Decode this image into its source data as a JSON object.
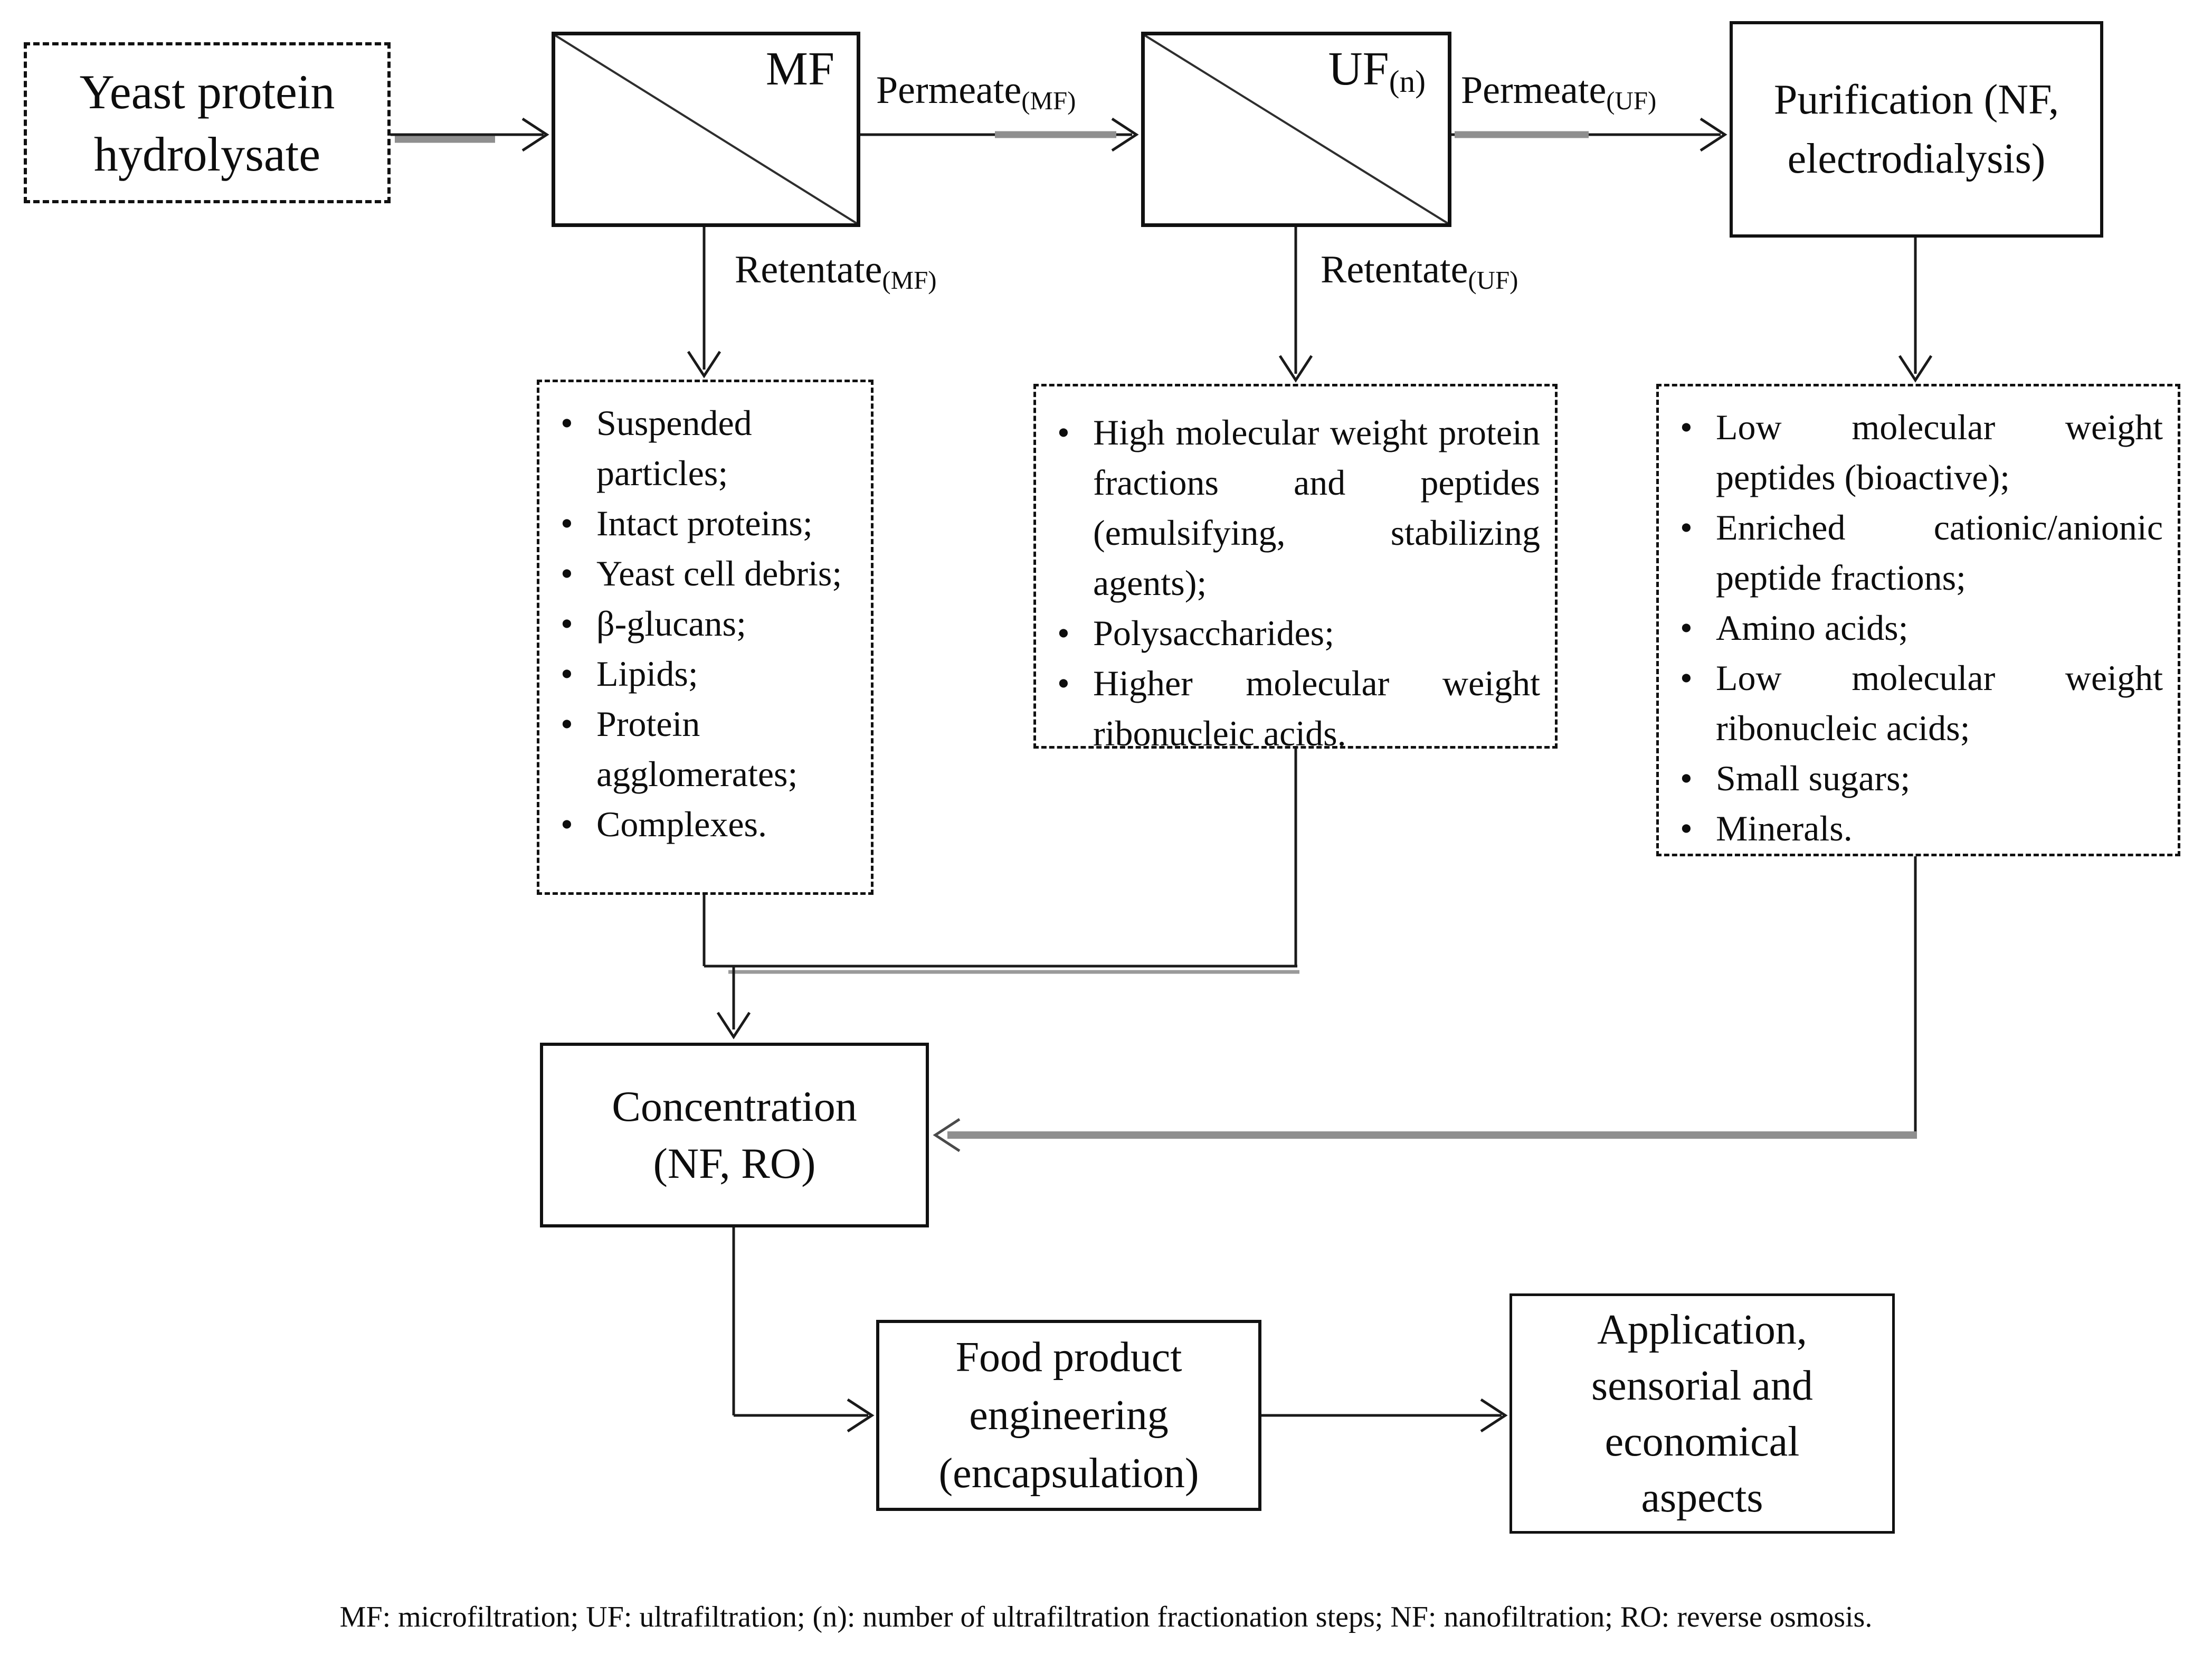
{
  "diagram": {
    "bullet_glyph": "•",
    "colors": {
      "line": "#1a1a1a",
      "shadow_gray": "#8f8f8f"
    },
    "source_box": {
      "text": "Yeast protein hydrolysate"
    },
    "mf_box": {
      "label": "MF"
    },
    "uf_box": {
      "label": "UF",
      "subscript": "(n)"
    },
    "purification_box": {
      "text": "Purification (NF, electrodialysis)"
    },
    "streams": {
      "permeate_mf": {
        "name": "Permeate",
        "subscript": "(MF)"
      },
      "permeate_uf": {
        "name": "Permeate",
        "subscript": "(UF)"
      },
      "retentate_mf": {
        "name": "Retentate",
        "subscript": "(MF)"
      },
      "retentate_uf": {
        "name": "Retentate",
        "subscript": "(UF)"
      }
    },
    "mf_retentate_list": {
      "items": [
        "Suspended particles;",
        "Intact proteins;",
        "Yeast cell debris;",
        "β-glucans;",
        "Lipids;",
        "Protein agglomerates;",
        "Complexes."
      ]
    },
    "uf_retentate_list": {
      "items": [
        "High molecular weight protein fractions and peptides (emulsifying, stabilizing agents);",
        "Polysaccharides;",
        "Higher molecular weight ribonucleic acids."
      ]
    },
    "purification_list": {
      "items": [
        "Low molecular weight peptides (bioactive);",
        "Enriched cationic/anionic peptide fractions;",
        "Amino acids;",
        "Low molecular weight ribonucleic acids;",
        "Small sugars;",
        "Minerals."
      ]
    },
    "concentration_box": {
      "lines": [
        "Concentration",
        "(NF, RO)"
      ]
    },
    "food_box": {
      "lines": [
        "Food product",
        "engineering",
        "(encapsulation)"
      ]
    },
    "application_box": {
      "lines": [
        "Application,",
        "sensorial and",
        "economical",
        "aspects"
      ]
    },
    "caption": "MF: microfiltration; UF: ultrafiltration; (n): number of ultrafiltration fractionation steps; NF: nanofiltration; RO: reverse osmosis."
  }
}
